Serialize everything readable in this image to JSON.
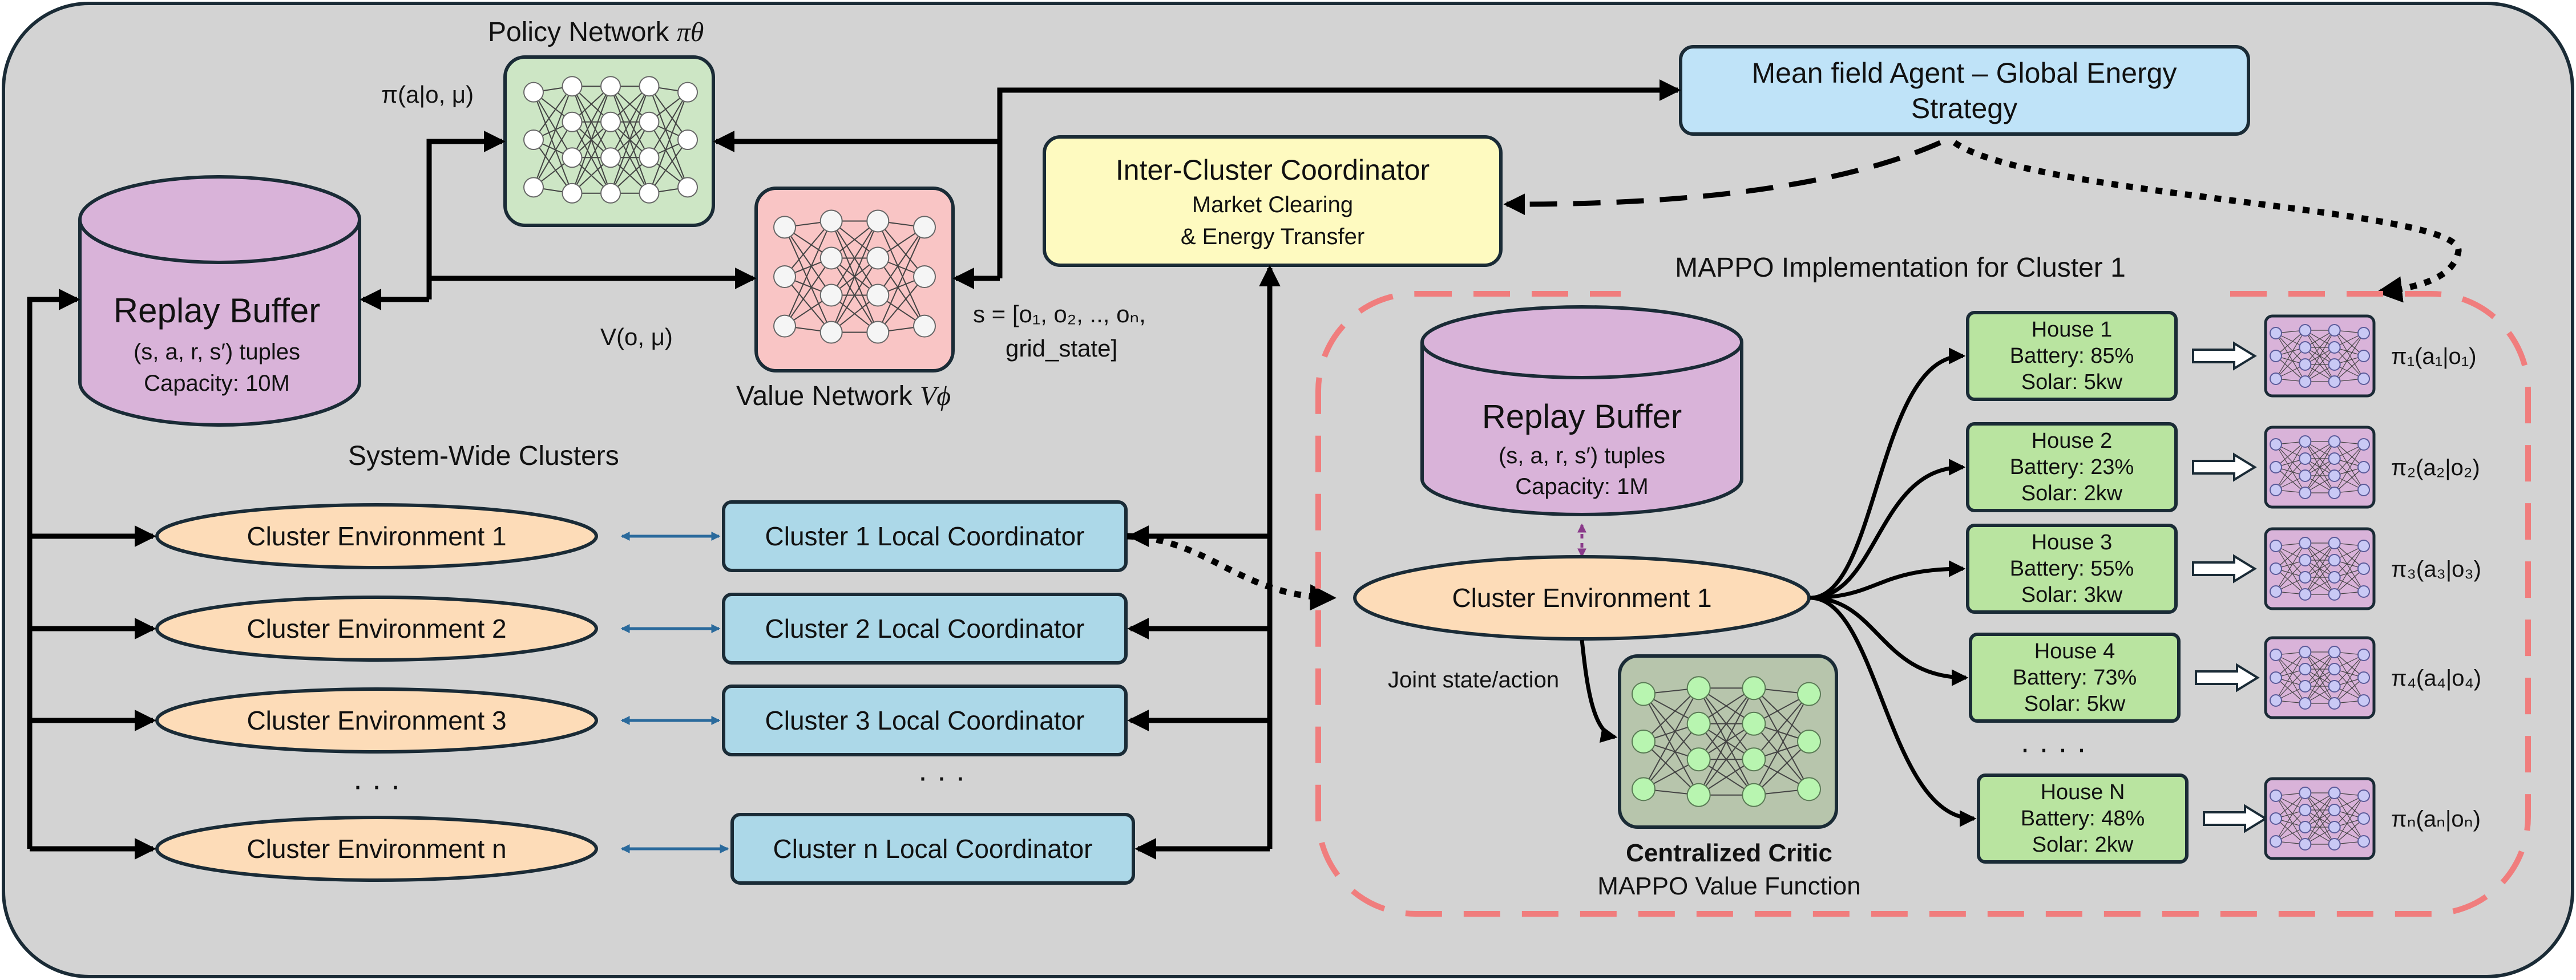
{
  "colors": {
    "frame_fill": "#d3d3d3",
    "cylinder": "#d9b3d9",
    "policy_box": "#cde6c5",
    "value_box": "#f9c5c5",
    "coordinator": "#fefac0",
    "mean_field": "#bfe3f8",
    "cluster_env": "#fddcb8",
    "local_coord": "#acd8e8",
    "house": "#b9e4a0",
    "critic_box": "#b7c5ac",
    "dashed_region": "#f07d7d"
  },
  "policy": {
    "title": "Policy Network ",
    "symbol": "πθ",
    "input_label": "π(a|o, μ)"
  },
  "value": {
    "title": "Value Network ",
    "symbol": "Vϕ",
    "input_label": "V(o, μ)"
  },
  "state_label": {
    "line1": "s = [o₁, o₂, .., oₙ,",
    "line2": "grid_state]"
  },
  "replay_main": {
    "title": "Replay Buffer",
    "line1": "(s, a, r, s′) tuples",
    "line2": "Capacity: 10M"
  },
  "coordinator": {
    "title": "Inter-Cluster Coordinator",
    "line1": "Market Clearing",
    "line2": "& Energy Transfer"
  },
  "mean_field": {
    "line1": "Mean field Agent – Global Energy",
    "line2": "Strategy"
  },
  "clusters_heading": "System-Wide Clusters",
  "clusters": [
    {
      "env": "Cluster Environment 1",
      "coord": "Cluster 1 Local Coordinator"
    },
    {
      "env": "Cluster Environment 2",
      "coord": "Cluster 2 Local Coordinator"
    },
    {
      "env": "Cluster Environment 3",
      "coord": "Cluster 3 Local Coordinator"
    },
    {
      "env": "Cluster Environment n",
      "coord": "Cluster n Local Coordinator"
    }
  ],
  "ellipsis": "· · ·",
  "mappo": {
    "title": "MAPPO Implementation for Cluster 1",
    "replay": {
      "title": "Replay Buffer",
      "line1": "(s, a, r, s′) tuples",
      "line2": "Capacity: 1M"
    },
    "env": "Cluster Environment 1",
    "joint_label": "Joint state/action",
    "critic_title": "Centralized Critic",
    "critic_subtitle": "MAPPO Value Function",
    "house_dots": "· · · ·",
    "houses": [
      {
        "name": "House 1",
        "battery": "Battery: 85%",
        "solar": "Solar: 5kw",
        "policy": "π₁(a₁|o₁)"
      },
      {
        "name": "House 2",
        "battery": "Battery: 23%",
        "solar": "Solar: 2kw",
        "policy": "π₂(a₂|o₂)"
      },
      {
        "name": "House 3",
        "battery": "Battery: 55%",
        "solar": "Solar: 3kw",
        "policy": "π₃(a₃|o₃)"
      },
      {
        "name": "House 4",
        "battery": "Battery: 73%",
        "solar": "Solar: 5kw",
        "policy": "π₄(a₄|o₄)"
      },
      {
        "name": "House N",
        "battery": "Battery: 48%",
        "solar": "Solar: 2kw",
        "policy": "πₙ(aₙ|oₙ)"
      }
    ]
  }
}
